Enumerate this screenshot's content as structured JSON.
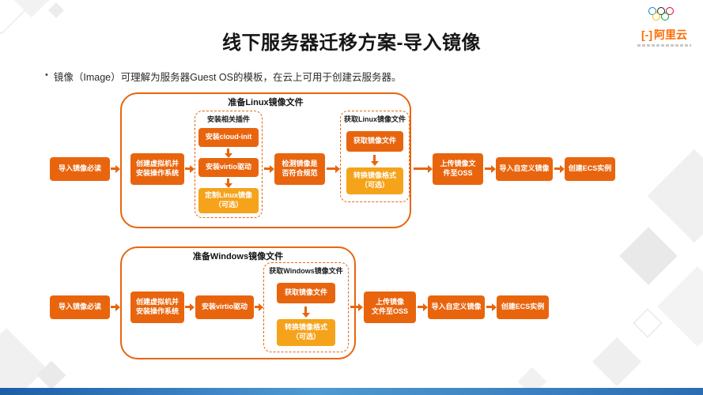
{
  "slide": {
    "title": "线下服务器迁移方案-导入镜像",
    "bullet_marker": "•",
    "bullet_text": "镜像（Image）可理解为服务器Guest OS的模板，在云上可用于创建云服务器。"
  },
  "logo": {
    "mark": "[-]",
    "brand": "阿里云"
  },
  "colors": {
    "primary_orange": "#E8650E",
    "light_orange": "#F5A31B",
    "footer_blue": "#2E6DB4"
  },
  "linux": {
    "pre": "导入镜像必读",
    "container_title": "准备Linux镜像文件",
    "create_vm": "创建虚拟机并\n安装操作系统",
    "plugins_title": "安装相关插件",
    "cloud_init": "安装cloud-init",
    "virtio": "安装virtio驱动",
    "customize": "定制Linux镜像\n（可选）",
    "check": "检测镜像是\n否符合规范",
    "get_title": "获取Linux镜像文件",
    "get_image": "获取镜像文件",
    "convert": "转换镜像格式\n（可选）",
    "upload": "上传镜像文\n件至OSS",
    "import_image": "导入自定义镜像",
    "create_ecs": "创建ECS实例"
  },
  "windows": {
    "pre": "导入镜像必读",
    "container_title": "准备Windows镜像文件",
    "create_vm": "创建虚拟机并\n安装操作系统",
    "virtio": "安装virtio驱动",
    "get_title": "获取Windows镜像文件",
    "get_image": "获取镜像文件",
    "convert": "转换镜像格式\n（可选）",
    "upload": "上传镜像\n文件至OSS",
    "import_image": "导入自定义镜像",
    "create_ecs": "创建ECS实例"
  }
}
